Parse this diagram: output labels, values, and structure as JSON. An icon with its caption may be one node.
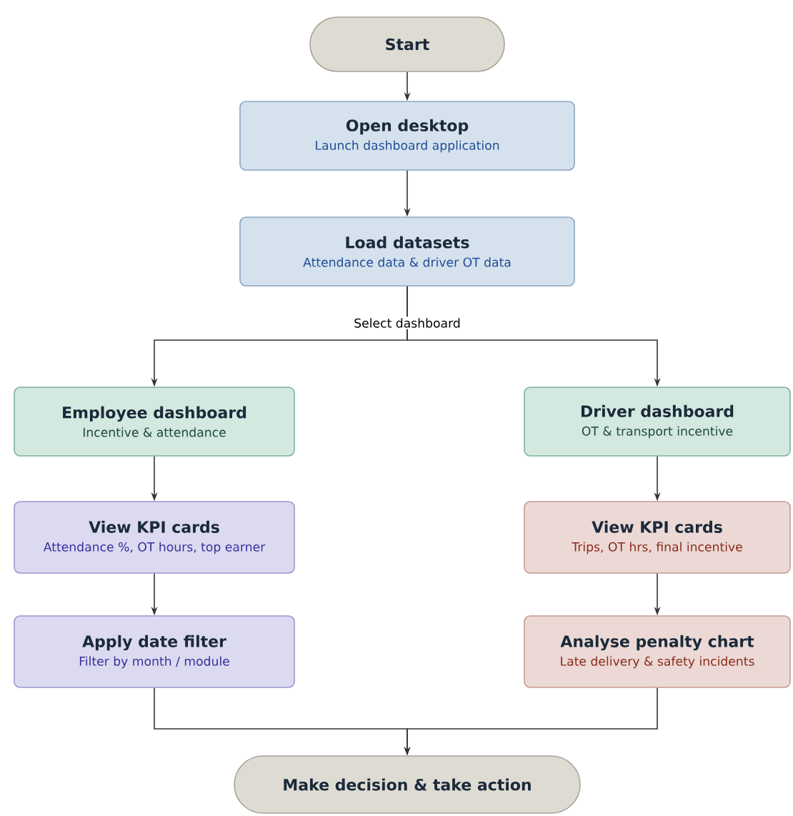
{
  "diagram": {
    "nodes": [
      {
        "text": [
          "Start"
        ]
      },
      {
        "text": [
          "Open desktop",
          "Launch dashboard application"
        ]
      },
      {
        "text": [
          "Load datasets",
          "Attendance data & driver OT data"
        ]
      },
      {
        "text": [
          "Employee dashboard",
          "Incentive & attendance"
        ]
      },
      {
        "text": [
          "Driver dashboard",
          "OT & transport incentive"
        ]
      },
      {
        "text": [
          "View KPI cards",
          "Attendance %, OT hours, top earner"
        ]
      },
      {
        "text": [
          "View KPI cards",
          "Trips, OT hrs, final incentive"
        ]
      },
      {
        "text": [
          "Apply date filter",
          "Filter by month / module"
        ]
      },
      {
        "text": [
          "Analyse penalty chart",
          "Late delivery & safety incidents"
        ]
      },
      {
        "text": [
          "Make decision & take action"
        ]
      }
    ],
    "edges": [
      {
        "from": 0,
        "to": 1,
        "arrow": "to"
      },
      {
        "from": 1,
        "to": 2,
        "arrow": "to"
      },
      {
        "from": 2,
        "to": 3,
        "arrow": "to",
        "label": "Select dashboard"
      },
      {
        "from": 2,
        "to": 4,
        "arrow": "to"
      },
      {
        "from": 3,
        "to": 5,
        "arrow": "to"
      },
      {
        "from": 5,
        "to": 7,
        "arrow": "to"
      },
      {
        "from": 4,
        "to": 6,
        "arrow": "to"
      },
      {
        "from": 6,
        "to": 8,
        "arrow": "to"
      },
      {
        "from": 7,
        "to": 9,
        "arrow": "to"
      },
      {
        "from": 8,
        "to": 9,
        "arrow": "to"
      }
    ]
  }
}
